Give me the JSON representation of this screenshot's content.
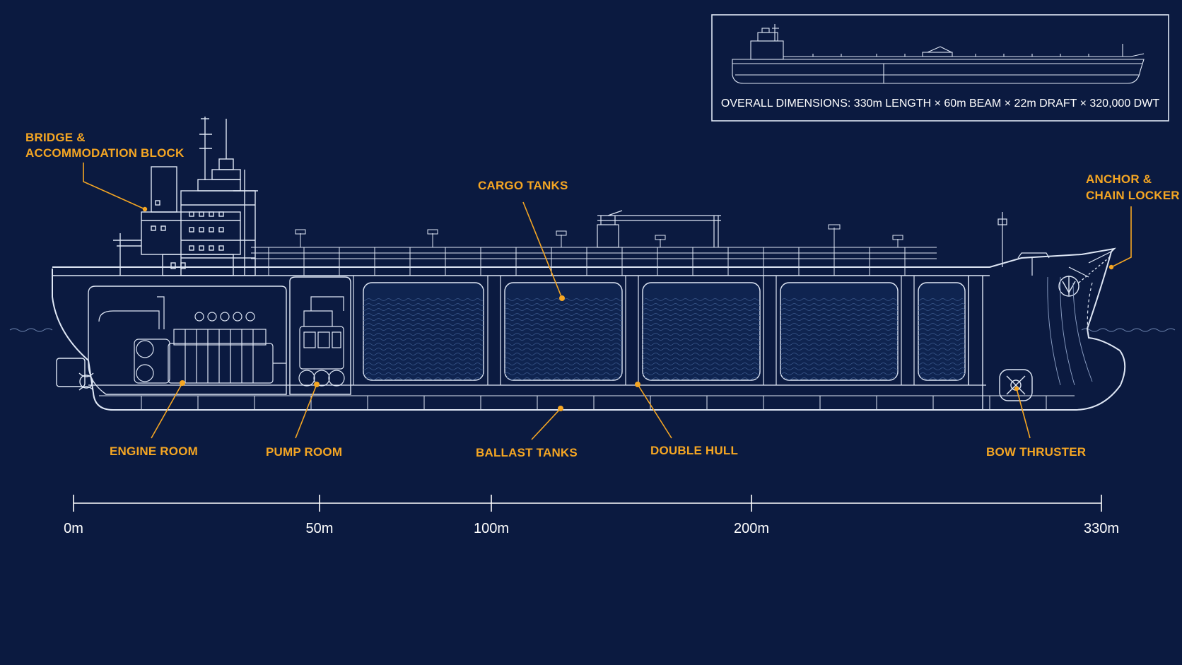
{
  "colors": {
    "background": "#0b1a40",
    "line": "#dfe7f5",
    "accent": "#f5a623",
    "cargo": "#15305f"
  },
  "inset": {
    "dimensions_text": "OVERALL DIMENSIONS: 330m LENGTH × 60m BEAM × 22m DRAFT × 320,000 DWT"
  },
  "labels": {
    "bridge_line1": "BRIDGE &",
    "bridge_line2": "ACCOMMODATION BLOCK",
    "cargo_tanks": "CARGO TANKS",
    "anchor_line1": "ANCHOR &",
    "anchor_line2": "CHAIN LOCKER",
    "engine_room": "ENGINE ROOM",
    "pump_room": "PUMP ROOM",
    "ballast_tanks": "BALLAST TANKS",
    "double_hull": "DOUBLE HULL",
    "bow_thruster": "BOW THRUSTER"
  },
  "scale": {
    "ticks": [
      {
        "label": "0m",
        "value": 0
      },
      {
        "label": "50m",
        "value": 50
      },
      {
        "label": "100m",
        "value": 100
      },
      {
        "label": "200m",
        "value": 200
      },
      {
        "label": "330m",
        "value": 330
      }
    ]
  }
}
